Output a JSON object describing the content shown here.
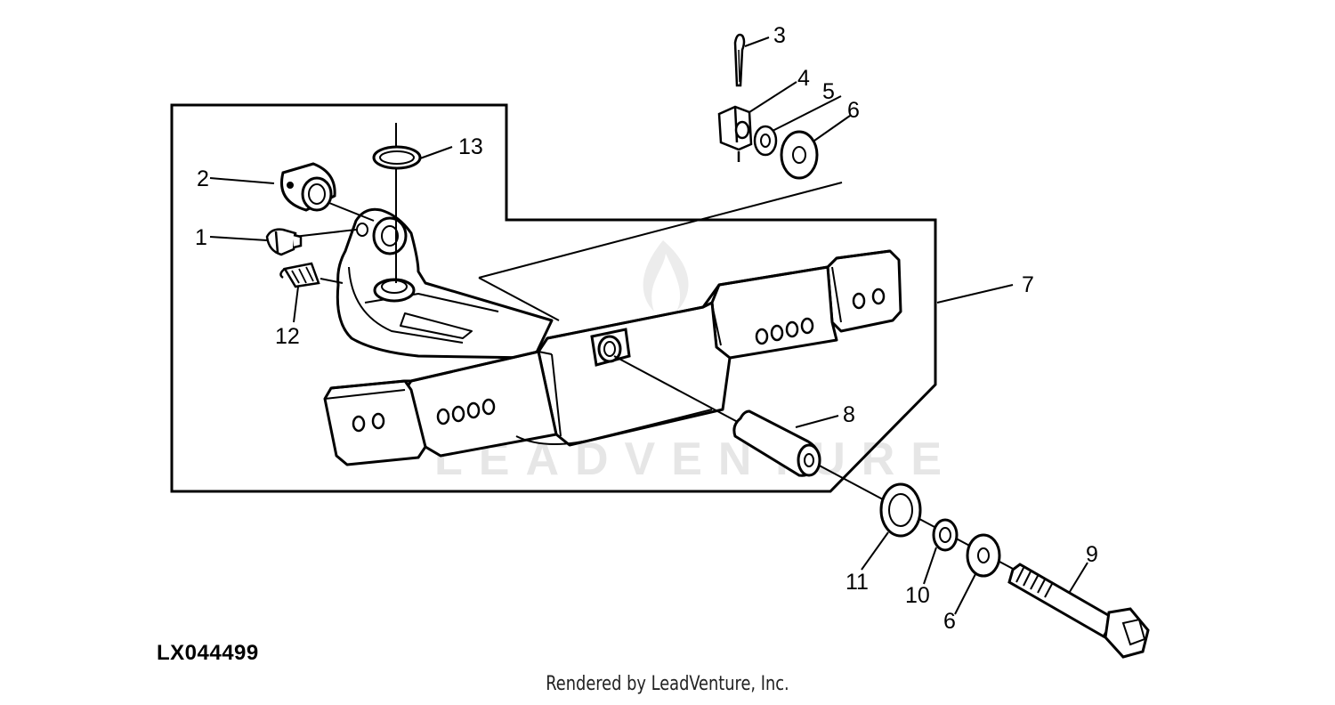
{
  "figure_id": "LX044499",
  "footer": "Rendered by LeadVenture, Inc.",
  "watermark": "LEADVENTURE",
  "callouts": {
    "c1": "1",
    "c2": "2",
    "c3": "3",
    "c4": "4",
    "c5": "5",
    "c6a": "6",
    "c7": "7",
    "c8": "8",
    "c9": "9",
    "c10": "10",
    "c11": "11",
    "c6b": "6",
    "c12": "12",
    "c13": "13"
  },
  "colors": {
    "ink": "#000000",
    "background": "#ffffff",
    "watermark": "#e6e6e6"
  }
}
